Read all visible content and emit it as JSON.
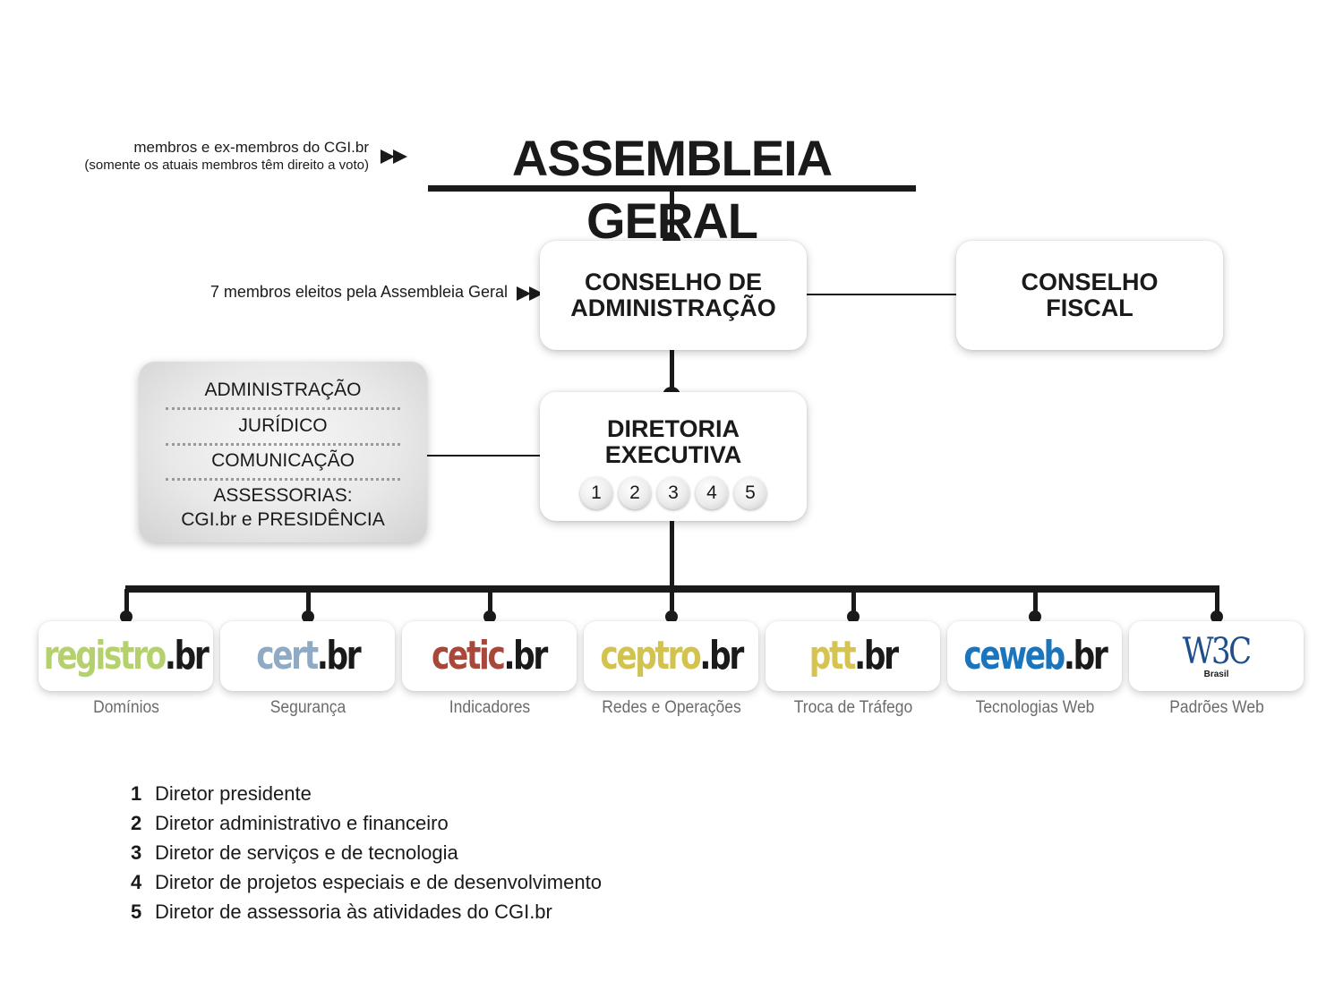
{
  "assembly": {
    "title": "ASSEMBLEIA GERAL",
    "note_line1": "membros e ex-membros do CGI.br",
    "note_line2": "(somente os atuais membros têm direito a voto)"
  },
  "admin_council": {
    "line1": "CONSELHO DE",
    "line2": "ADMINISTRAÇÃO",
    "note": "7 membros eleitos pela Assembleia Geral"
  },
  "fiscal_council": {
    "line1": "CONSELHO",
    "line2": "FISCAL"
  },
  "executive_board": {
    "line1": "DIRETORIA",
    "line2": "EXECUTIVA",
    "numbers": [
      "1",
      "2",
      "3",
      "4",
      "5"
    ]
  },
  "support_areas": {
    "items": [
      "ADMINISTRAÇÃO",
      "JURÍDICO",
      "COMUNICAÇÃO"
    ],
    "advisory_line1": "ASSESSORIAS:",
    "advisory_line2": "CGI.br e PRESIDÊNCIA"
  },
  "centers": [
    {
      "logo_name": "registro",
      "logo_suffix": ".br",
      "caption": "Domínios",
      "color": "#b5d16e"
    },
    {
      "logo_name": "cert",
      "logo_suffix": ".br",
      "caption": "Segurança",
      "color": "#8eaac4"
    },
    {
      "logo_name": "cetic",
      "logo_suffix": ".br",
      "caption": "Indicadores",
      "color": "#a8473a"
    },
    {
      "logo_name": "ceptro",
      "logo_suffix": ".br",
      "caption": "Redes e Operações",
      "color": "#d2c24e"
    },
    {
      "logo_name": "ptt",
      "logo_suffix": ".br",
      "caption": "Troca de Tráfego",
      "color": "#d6c452"
    },
    {
      "logo_name": "ceweb",
      "logo_suffix": ".br",
      "caption": "Tecnologias Web",
      "color": "#1b75bc"
    },
    {
      "logo_name": "W3C",
      "logo_suffix": "Brasil",
      "caption": "Padrões Web",
      "color": "#1f4e8c"
    }
  ],
  "legend": [
    {
      "num": "1",
      "text": "Diretor presidente"
    },
    {
      "num": "2",
      "text": "Diretor administrativo e financeiro"
    },
    {
      "num": "3",
      "text": "Diretor de serviços e de tecnologia"
    },
    {
      "num": "4",
      "text": "Diretor de projetos especiais e de desenvolvimento"
    },
    {
      "num": "5",
      "text": "Diretor de assessoria às atividades do CGI.br"
    }
  ]
}
